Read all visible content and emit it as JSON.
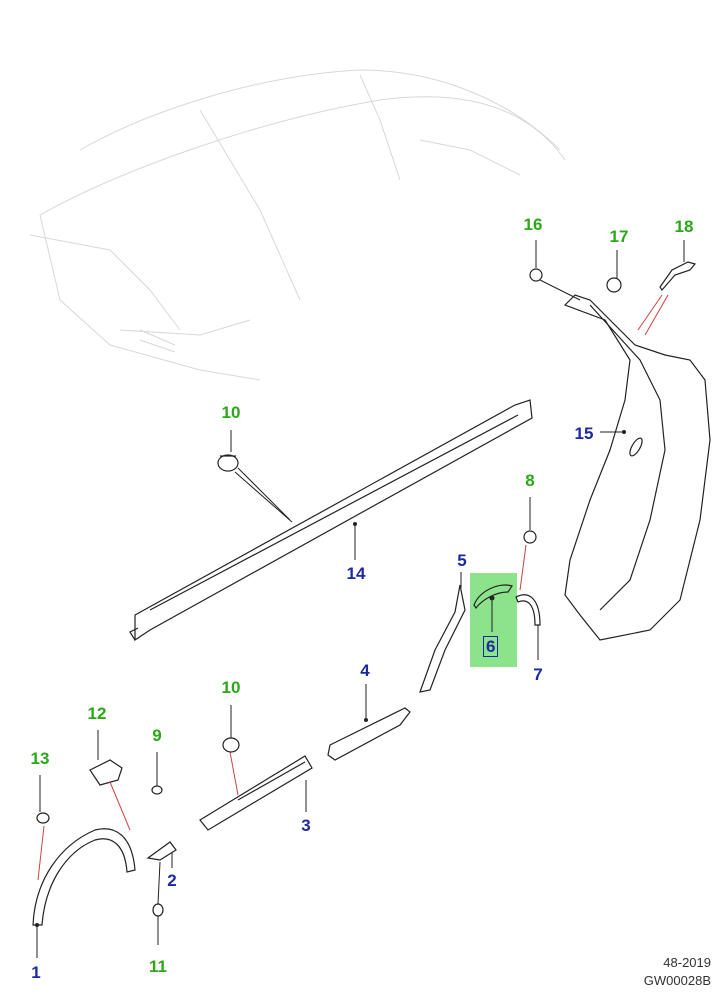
{
  "callouts": {
    "c1": "1",
    "c2": "2",
    "c3": "3",
    "c4": "4",
    "c5": "5",
    "c6": "6",
    "c7": "7",
    "c8": "8",
    "c9": "9",
    "c10a": "10",
    "c10b": "10",
    "c11": "11",
    "c12": "12",
    "c13": "13",
    "c14": "14",
    "c15": "15",
    "c16": "16",
    "c17": "17",
    "c18": "18"
  },
  "reference": {
    "line1": "48-2019",
    "line2": "GW00028B"
  },
  "colors": {
    "part_number_green": "#2aa818",
    "part_number_blue": "#1c2aa0",
    "highlight": "#7fe07f",
    "leader_red": "#d04040",
    "outline": "#222222",
    "ghost_vehicle": "#d8d8d8"
  }
}
